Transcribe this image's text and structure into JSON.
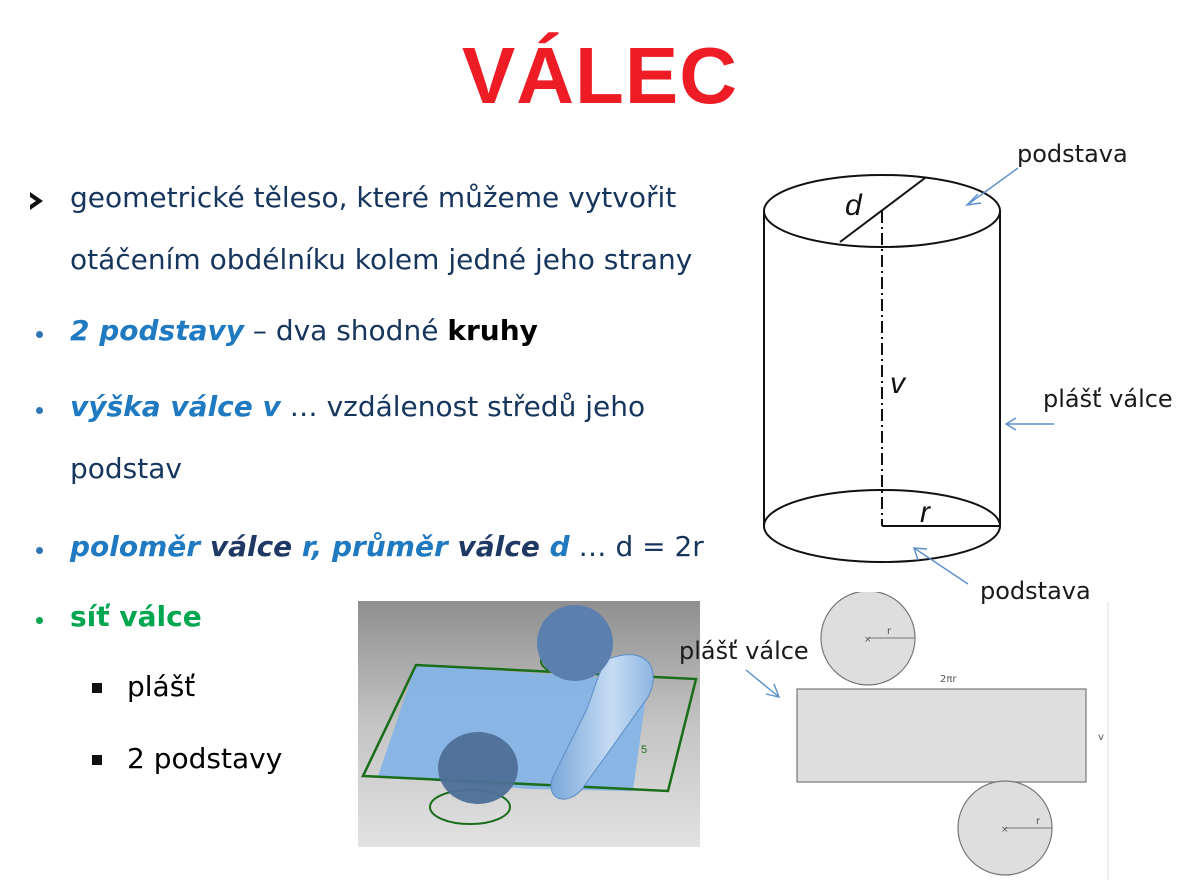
{
  "title": "VÁLEC",
  "colors": {
    "title": "#ee1c25",
    "text": "#17365d",
    "accent_blue": "#1f7ac1",
    "dark_blue": "#1f3864",
    "green": "#00a650",
    "bullet_blue": "#2e75b6",
    "arrow": "#5b8ec9"
  },
  "intro": {
    "line1": "geometrické těleso, které můžeme vytvořit",
    "line2": "otáčením obdélníku kolem jedné jeho strany"
  },
  "bullets": {
    "podstavy": {
      "term": "2 podstavy",
      "rest": " – dva shodné ",
      "bold": "kruhy"
    },
    "vyska": {
      "term": "výška válce v",
      "rest": " … vzdálenost středů jeho",
      "cont": "podstav"
    },
    "polomer": {
      "t1": "poloměr",
      "t2": " válce ",
      "t3": "r,",
      "t4": " průměr",
      "t5": " válce ",
      "t6": "d",
      "rest": " … d = 2r"
    },
    "sit": {
      "term": "síť válce"
    }
  },
  "sub_items": [
    "plášť",
    "2 podstavy"
  ],
  "diagram": {
    "label_podstava_top": "podstava",
    "label_plast": "plášť válce",
    "label_podstava_bottom": "podstava",
    "letter_d": "d",
    "letter_v": "v",
    "letter_r": "r"
  },
  "net": {
    "label_plast": "plášť válce",
    "label_2pir": "2πr",
    "label_v": "v",
    "label_r_top": "r",
    "label_r_bottom": "r"
  },
  "scene": {
    "label_5": "5"
  }
}
